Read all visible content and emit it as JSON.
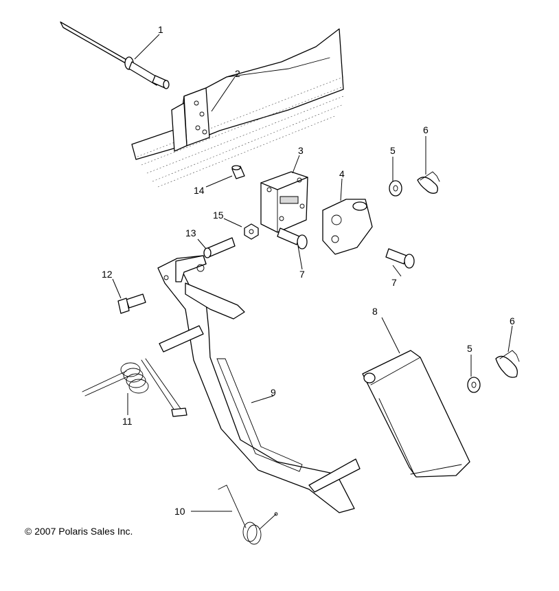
{
  "callouts": {
    "c1": "1",
    "c2": "2",
    "c3": "3",
    "c4": "4",
    "c5a": "5",
    "c5b": "5",
    "c6a": "6",
    "c6b": "6",
    "c7a": "7",
    "c7b": "7",
    "c8": "8",
    "c9": "9",
    "c10": "10",
    "c11": "11",
    "c12": "12",
    "c13": "13",
    "c14": "14",
    "c15": "15"
  },
  "copyright": "© 2007 Polaris Sales Inc."
}
